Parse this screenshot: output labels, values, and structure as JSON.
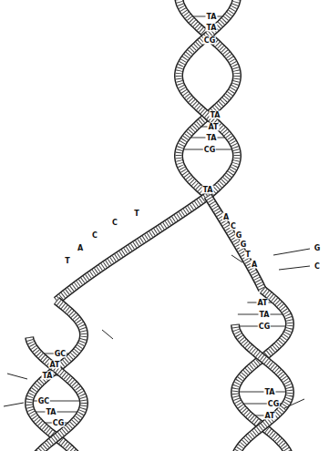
{
  "diagram": {
    "labels": [
      "TA",
      "TA",
      "CG",
      "TA",
      "AT",
      "TA",
      "CG",
      "TA",
      "T",
      "C",
      "C",
      "A",
      "T",
      "A",
      "C",
      "G",
      "G",
      "T",
      "A",
      "G",
      "C",
      "GC",
      "AT",
      "TA",
      "GC",
      "TA",
      "CG",
      "AT",
      "TA",
      "CG",
      "TA",
      "CG",
      "AT"
    ]
  }
}
